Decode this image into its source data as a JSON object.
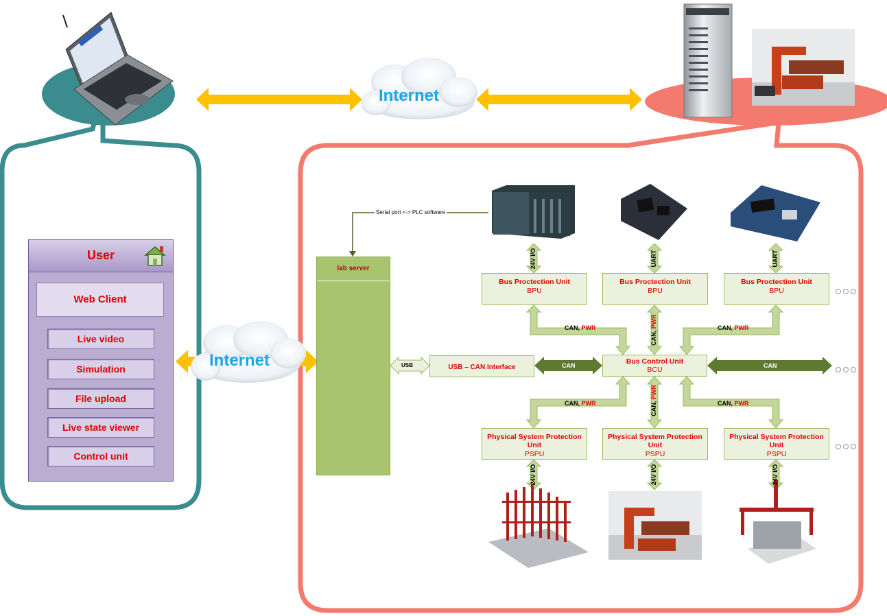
{
  "user_panel": {
    "title": "User",
    "web_client": "Web Client",
    "buttons": [
      "Live video",
      "Simulation",
      "File upload",
      "Live state viewer",
      "Control unit"
    ]
  },
  "internet_labels": {
    "top": "Internet",
    "left": "Internet"
  },
  "lab_server": {
    "label": "lab server"
  },
  "serial_note": "Serial port <-> PLC software",
  "usb_label": "USB",
  "usb_can_interface": "USB – CAN Interface",
  "can_left": "CAN",
  "can_right": "CAN",
  "bcu": {
    "title": "Bus Control Unit",
    "abbr": "BCU"
  },
  "bpu": [
    {
      "title": "Bus Proctection Unit",
      "abbr": "BPU",
      "link": "24V I/O"
    },
    {
      "title": "Bus Proctection Unit",
      "abbr": "BPU",
      "link": "UART"
    },
    {
      "title": "Bus Proctection Unit",
      "abbr": "BPU",
      "link": "UART"
    }
  ],
  "pspu": [
    {
      "title": "Physical System Protection Unit",
      "abbr": "PSPU",
      "link": "24V I/O"
    },
    {
      "title": "Physical System Protection Unit",
      "abbr": "PSPU",
      "link": "24V I/O"
    },
    {
      "title": "Physical System Protection Unit",
      "abbr": "PSPU",
      "link": "24V I/O"
    }
  ],
  "bus_labels": {
    "can": "CAN,",
    "pwr": "PWR"
  },
  "colors": {
    "teal": "#3a8c8f",
    "salmon": "#f47a6e",
    "arrow_yellow": "#ffc000",
    "green_box": "#ebf1dd",
    "green_arrow": "#c3d69b",
    "dark_green": "#5f7a30",
    "red_text": "#e00000"
  }
}
